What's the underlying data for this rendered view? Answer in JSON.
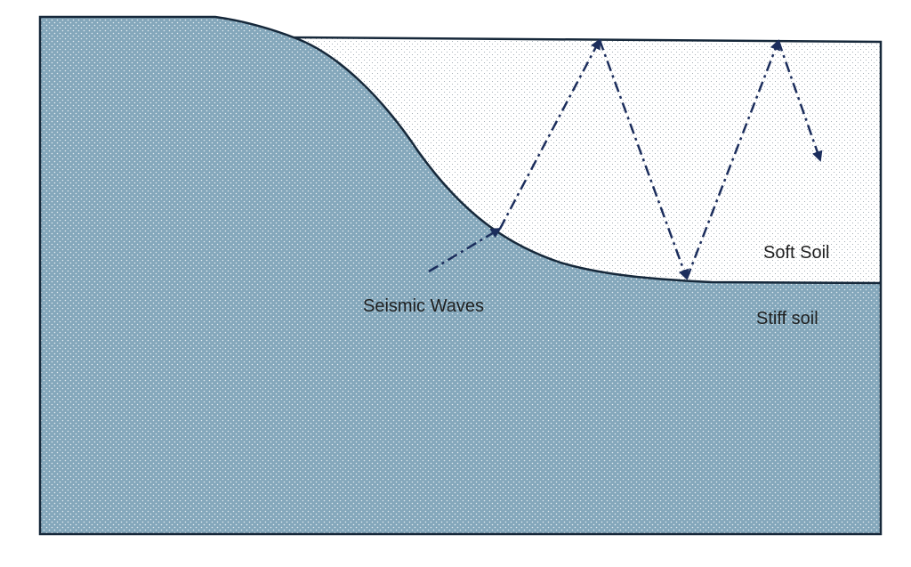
{
  "labels": {
    "soft_soil": "Soft Soil",
    "stiff_soil": "Stiff soil",
    "seismic_waves": "Seismic Waves"
  },
  "colors": {
    "stiff_soil_fill": "#84a7bb",
    "stiff_soil_dots": "#e6eef3",
    "soft_soil_fill": "#ffffff",
    "soft_soil_dots": "#8e9aa4",
    "outline": "#16283a",
    "wave_arrow": "#1b2d5c"
  }
}
